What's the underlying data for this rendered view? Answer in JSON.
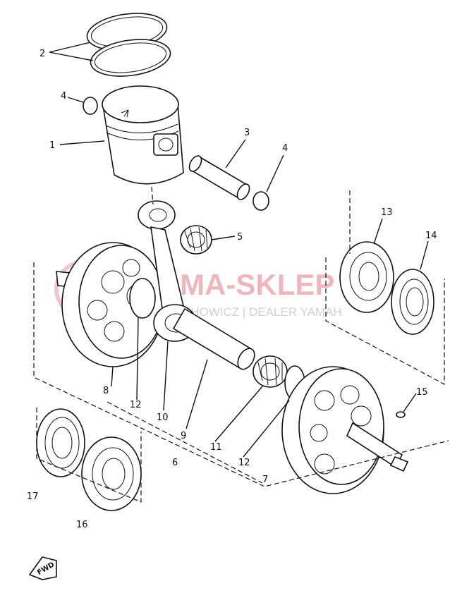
{
  "watermark": {
    "brand": "MA-SKLEP",
    "tagline": "CHOWICZ | DEALER YAMAH",
    "color": "#e8a0a8"
  },
  "callouts": {
    "c1": "1",
    "c2": "2",
    "c3": "3",
    "c4a": "4",
    "c4b": "4",
    "c5": "5",
    "c6": "6",
    "c7": "7",
    "c8": "8",
    "c9": "9",
    "c10": "10",
    "c11": "11",
    "c12a": "12",
    "c12b": "12",
    "c13": "13",
    "c14": "14",
    "c15": "15",
    "c16": "16",
    "c17": "17"
  },
  "fwd_marker": {
    "label": "FWD",
    "icon": "fwd-arrow-icon"
  }
}
